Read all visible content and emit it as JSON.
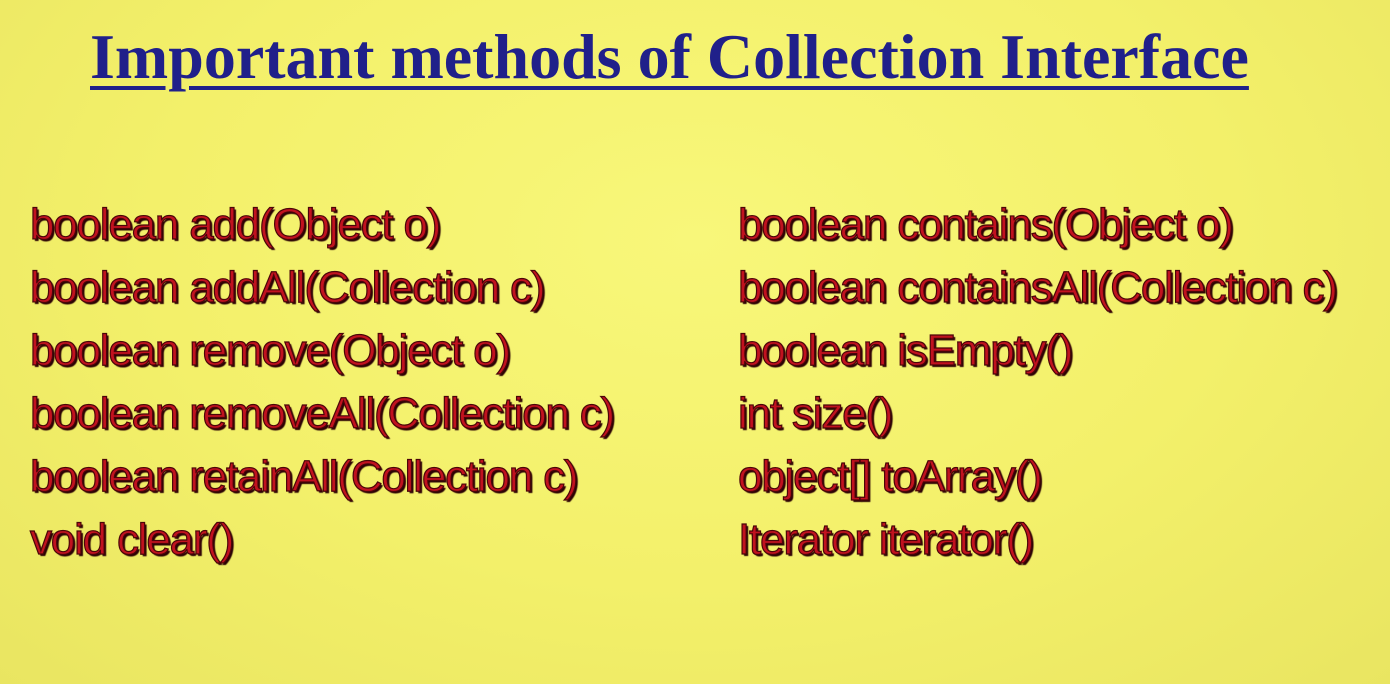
{
  "slide": {
    "title": "Important methods of Collection Interface",
    "left_methods": [
      "boolean add(Object o)",
      "boolean addAll(Collection c)",
      "boolean remove(Object o)",
      "boolean removeAll(Collection c)",
      "boolean retainAll(Collection c)",
      "void clear()"
    ],
    "right_methods": [
      "boolean contains(Object o)",
      "boolean containsAll(Collection c)",
      "boolean isEmpty()",
      "int size()",
      "object[] toArray()",
      "Iterator iterator()"
    ]
  },
  "colors": {
    "background": "#f3f06a",
    "title": "#20208a",
    "method_text": "#c1121f",
    "method_outline": "#4a0508"
  }
}
